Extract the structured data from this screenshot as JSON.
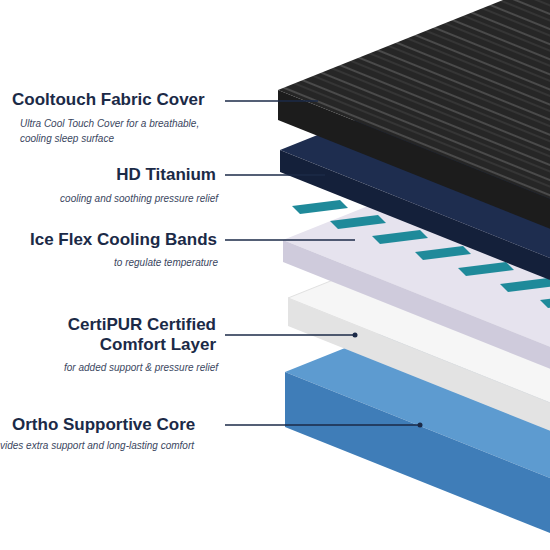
{
  "diagram": {
    "labels": [
      "Cooltouch Fabric Cover",
      "Ultra Cool Touch Cover for a breathable, cooling sleep surface",
      "HD Titanium",
      "cooling and soothing pressure relief",
      "Ice Flex Cooling Bands",
      "to regulate temperature",
      "CertiPUR Certified Comfort Layer",
      "for added support & pressure relief",
      "Ortho Supportive Core",
      "vides extra support and long-lasting comfort"
    ]
  }
}
